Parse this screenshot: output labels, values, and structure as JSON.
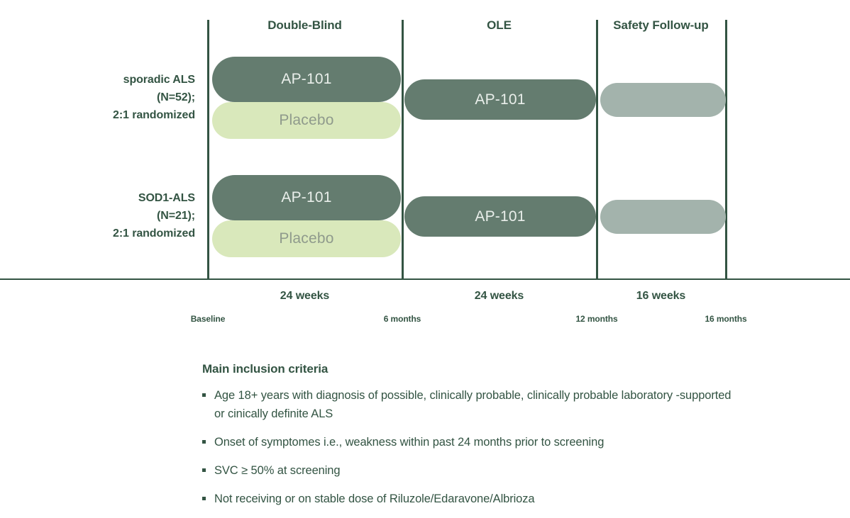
{
  "colors": {
    "dark_green": "#335443",
    "ap101_bar": "#647c6f",
    "placebo_bar": "#d9e8bb",
    "safety_bar": "#a3b3ac",
    "background": "#ffffff"
  },
  "phases": [
    {
      "label": "Double-Blind",
      "duration": "24 weeks"
    },
    {
      "label": "OLE",
      "duration": "24 weeks"
    },
    {
      "label": "Safety Follow-up",
      "duration": "16 weeks"
    }
  ],
  "timepoints": [
    {
      "label": "Baseline"
    },
    {
      "label": "6 months"
    },
    {
      "label": "12 months"
    },
    {
      "label": "16 months"
    }
  ],
  "cohorts": [
    {
      "name": "sporadic ALS",
      "line1": "sporadic ALS",
      "line2": "(N=52);",
      "line3": "2:1 randomized",
      "double_blind": [
        {
          "label": "AP-101"
        },
        {
          "label": "Placebo"
        }
      ],
      "ole": {
        "label": "AP-101"
      },
      "safety": {
        "label": ""
      }
    },
    {
      "name": "SOD1-ALS",
      "line1": "SOD1-ALS",
      "line2": "(N=21);",
      "line3": "2:1 randomized",
      "double_blind": [
        {
          "label": "AP-101"
        },
        {
          "label": "Placebo"
        }
      ],
      "ole": {
        "label": "AP-101"
      },
      "safety": {
        "label": ""
      }
    }
  ],
  "criteria": {
    "title": "Main inclusion criteria",
    "items": [
      "Age 18+ years with diagnosis of possible, clinically probable, clinically probable laboratory -supported or cinically definite ALS",
      "Onset of symptomes i.e., weakness within past 24 months prior to screening",
      "SVC ≥ 50% at screening",
      "Not receiving or on stable dose of Riluzole/Edaravone/Albrioza"
    ]
  }
}
